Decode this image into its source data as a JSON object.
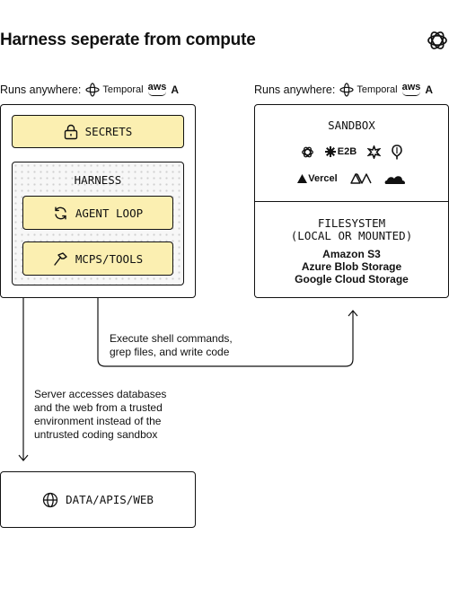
{
  "title": "Harness seperate from compute",
  "runs_anywhere": {
    "label": "Runs anywhere:",
    "temporal": "Temporal",
    "aws": "aws",
    "anthropic": "A"
  },
  "harness_panel": {
    "secrets": "SECRETS",
    "harness_title": "HARNESS",
    "agent_loop": "AGENT LOOP",
    "mcps_tools": "MCPS/TOOLS"
  },
  "sandbox_panel": {
    "sandbox_title": "SANDBOX",
    "e2b": "E2B",
    "vercel": "Vercel",
    "filesystem_line1": "FILESYSTEM",
    "filesystem_line2": "(LOCAL OR MOUNTED)",
    "storage": [
      "Amazon S3",
      "Azure Blob Storage",
      "Google Cloud Storage"
    ]
  },
  "notes": {
    "execute": [
      "Execute shell commands,",
      "grep files, and write code"
    ],
    "server": [
      "Server accesses databases",
      "and the web from a trusted",
      "environment instead of the",
      "untrusted coding sandbox"
    ]
  },
  "data_box": {
    "label": "DATA/APIS/WEB"
  },
  "icons": [
    "openai-logo-icon",
    "temporal-icon",
    "aws-icon",
    "anthropic-icon",
    "lock-icon",
    "refresh-icon",
    "hammer-icon",
    "globe-icon",
    "vercel-icon",
    "cloudflare-icon"
  ]
}
